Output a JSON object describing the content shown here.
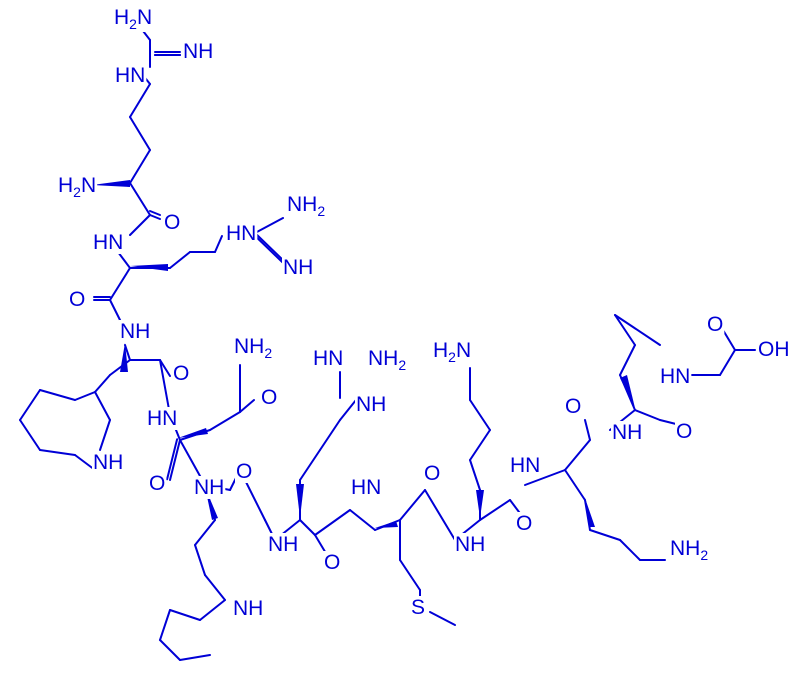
{
  "colors": {
    "structure": "#0000d6",
    "background": "#ffffff"
  },
  "labels": {
    "arg1_guan_nh2": "H2N",
    "arg1_guan_nh": "NH",
    "arg1_guan_n": "HN",
    "arg1_alpha_amine": "H2N",
    "arg1_carbonyl_o": "O",
    "arg2_amide_n": "HN",
    "arg2_guan_n": "HN",
    "arg2_guan_nh2": "NH2",
    "arg2_guan_nh": "NH",
    "arg2_carbonyl_o": "O",
    "trp3_amide_n": "NH",
    "trp3_carbonyl_o": "O",
    "trp3_indole_nh": "NH",
    "gln4_amide_n": "HN",
    "gln4_sidechain_nh2": "NH2",
    "gln4_sidechain_o": "O",
    "gln4_carbonyl_o": "O",
    "trp5_amide_n": "NH",
    "trp5_carbonyl_o": "O",
    "trp5_indole_nh": "NH",
    "arg6_amide_n": "NH",
    "arg6_carbonyl_o": "O",
    "arg6_guan_nh": "HN",
    "arg6_guan_nh2": "NH2",
    "arg6_guan_n": "NH",
    "met7_amide_n": "HN",
    "met7_sulfur": "S",
    "met7_carbonyl_o": "O",
    "lys8_amide_n": "NH",
    "lys8_sidechain_nh2": "H2N",
    "lys8_carbonyl_o": "O",
    "lys9_amide_n": "HN",
    "lys9_sidechain_nh2": "NH2",
    "lys9_carbonyl_o": "O",
    "leu10_amide_n": "NH",
    "leu10_carbonyl_o": "O",
    "gly11_amide_n": "HN",
    "gly11_acid_o": "O",
    "gly11_acid_oh": "OH"
  }
}
